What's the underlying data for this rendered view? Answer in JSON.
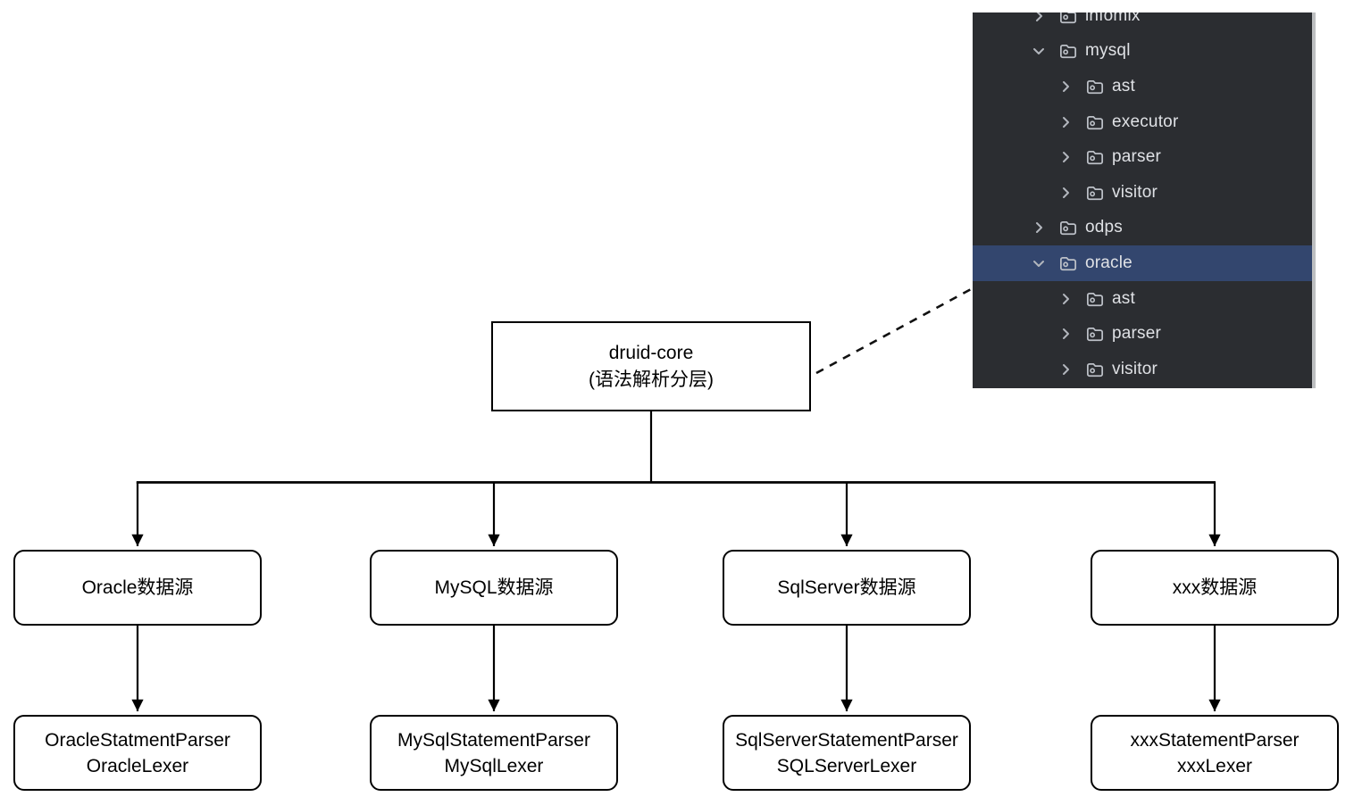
{
  "diagram": {
    "root_node": {
      "title": "druid-core",
      "subtitle": "(语法解析分层)"
    },
    "datasource_nodes": [
      {
        "label": "Oracle数据源",
        "parser_line1": "OracleStatmentParser",
        "parser_line2": "OracleLexer"
      },
      {
        "label": "MySQL数据源",
        "parser_line1": "MySqlStatementParser",
        "parser_line2": "MySqlLexer"
      },
      {
        "label": "SqlServer数据源",
        "parser_line1": "SqlServerStatementParser",
        "parser_line2": "SQLServerLexer"
      },
      {
        "label": "xxx数据源",
        "parser_line1": "xxxStatementParser",
        "parser_line2": "xxxLexer"
      }
    ]
  },
  "file_tree": {
    "items": [
      {
        "label": "infomix",
        "level": 1,
        "state": "collapsed",
        "selected": false
      },
      {
        "label": "mysql",
        "level": 1,
        "state": "expanded",
        "selected": false
      },
      {
        "label": "ast",
        "level": 2,
        "state": "collapsed",
        "selected": false
      },
      {
        "label": "executor",
        "level": 2,
        "state": "collapsed",
        "selected": false
      },
      {
        "label": "parser",
        "level": 2,
        "state": "collapsed",
        "selected": false
      },
      {
        "label": "visitor",
        "level": 2,
        "state": "collapsed",
        "selected": false
      },
      {
        "label": "odps",
        "level": 1,
        "state": "collapsed",
        "selected": false
      },
      {
        "label": "oracle",
        "level": 1,
        "state": "expanded",
        "selected": true
      },
      {
        "label": "ast",
        "level": 2,
        "state": "collapsed",
        "selected": false
      },
      {
        "label": "parser",
        "level": 2,
        "state": "collapsed",
        "selected": false
      },
      {
        "label": "visitor",
        "level": 2,
        "state": "collapsed",
        "selected": false
      }
    ],
    "colors": {
      "panel_bg": "#2b2d31",
      "selection_bg": "#33466e",
      "text": "#dfe1e5",
      "icon": "#bcc0c7"
    }
  },
  "connector_colors": {
    "line": "#000000"
  }
}
